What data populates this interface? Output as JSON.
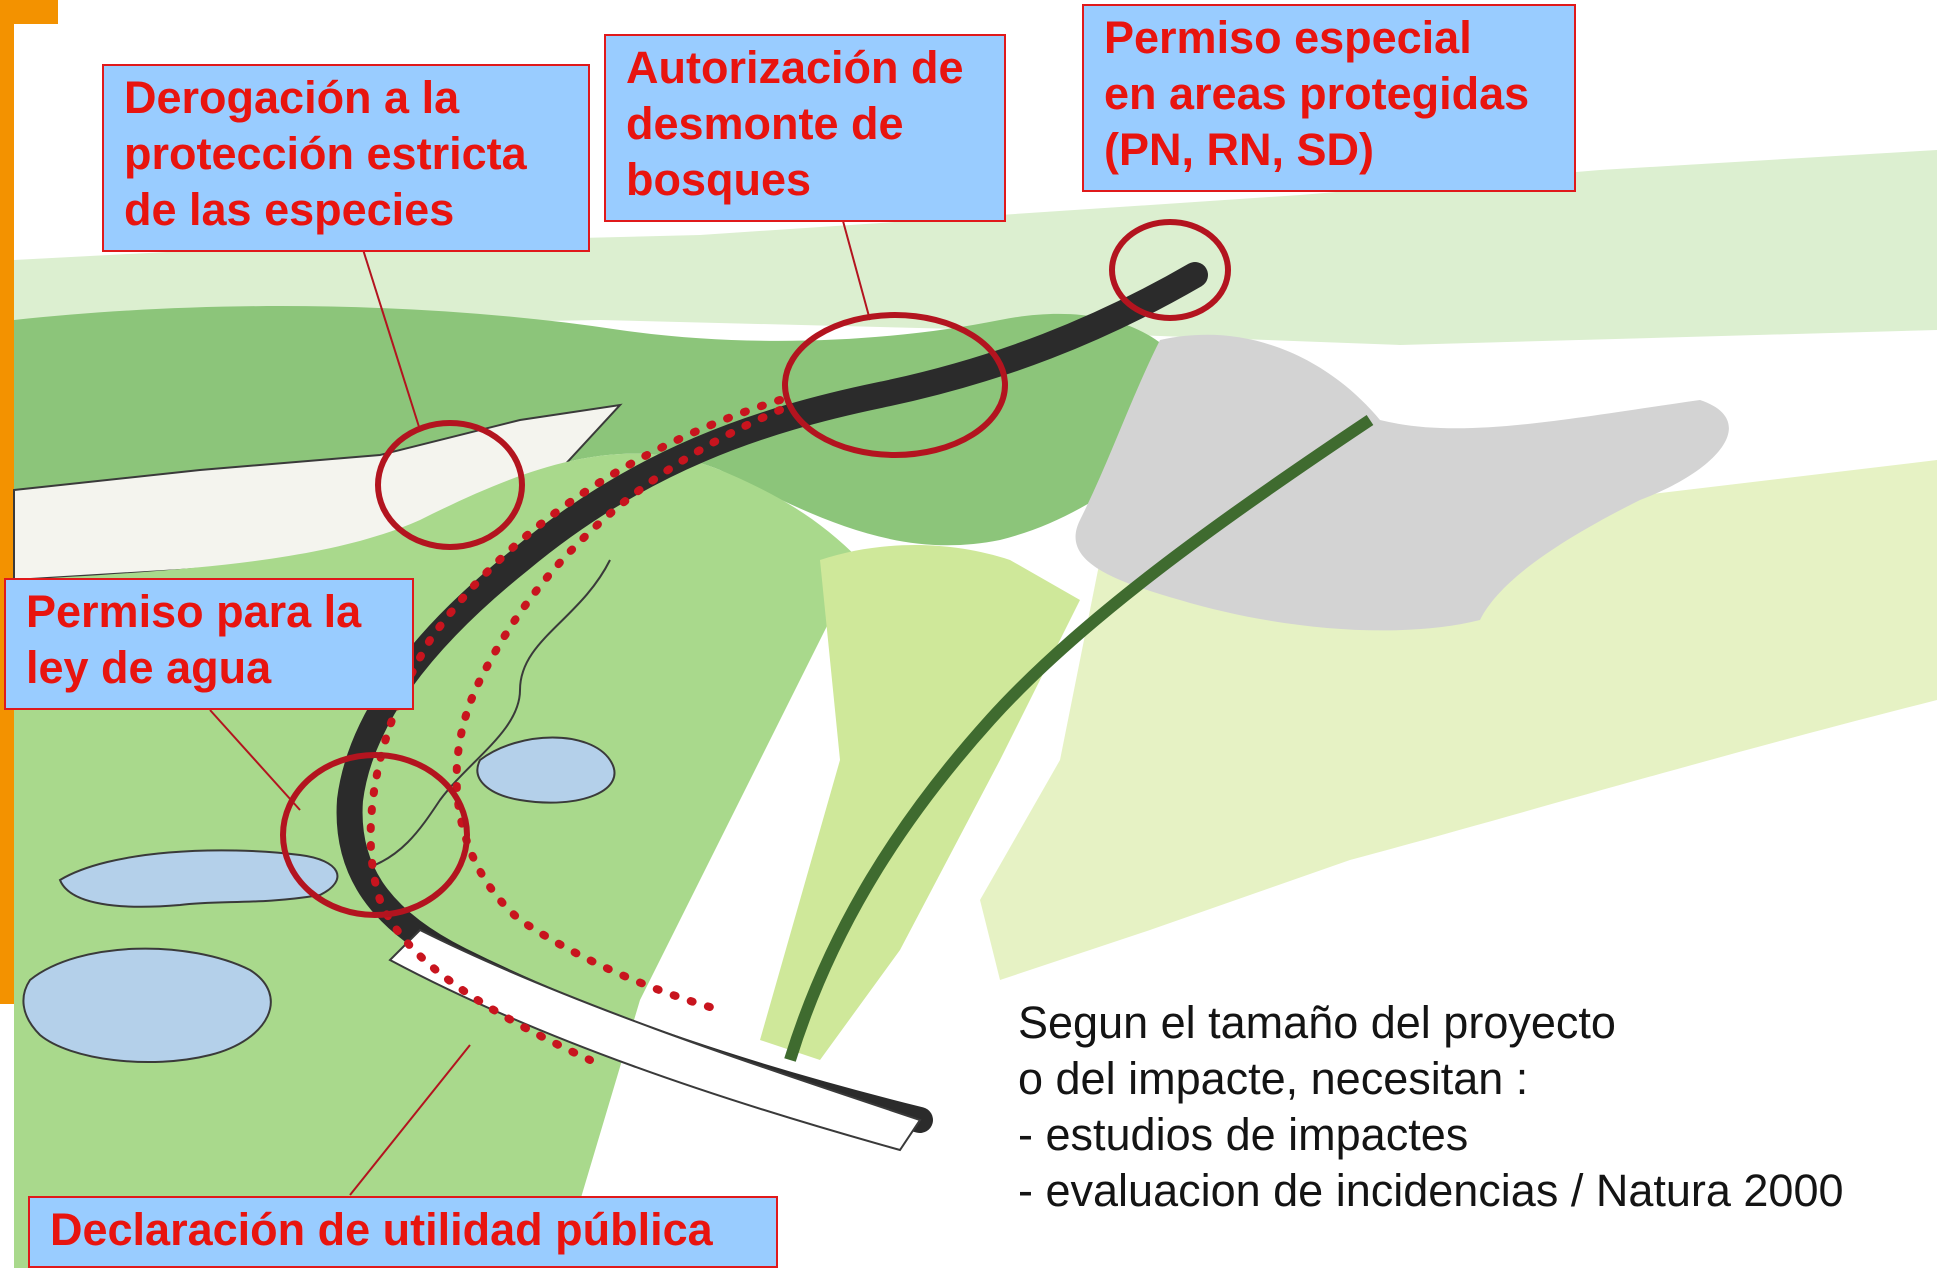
{
  "labels": {
    "derogacion": "Derogación a la\nprotección estricta\nde las especies",
    "autorizacion": "Autorización de\ndesmonte de\nbosques",
    "permiso_especial": "Permiso especial\nen areas protegidas\n(PN, RN, SD)",
    "permiso_agua": "Permiso para la\nley de agua",
    "declaracion": "Declaración de utilidad pública"
  },
  "note": "Segun el tamaño del proyecto\no del impacte, necesitan :\n- estudios de impactes\n- evaluacion de incidencias / Natura 2000",
  "colors": {
    "label_fill": "#99ccff",
    "label_text": "#e8140f",
    "circle": "#b3141f",
    "road": "#2b2b2b",
    "forest": "#7fbf6a",
    "meadow": "#c8e69a",
    "water": "#a8c8e6",
    "village": "#c8c8c8",
    "accent": "#f39200"
  }
}
